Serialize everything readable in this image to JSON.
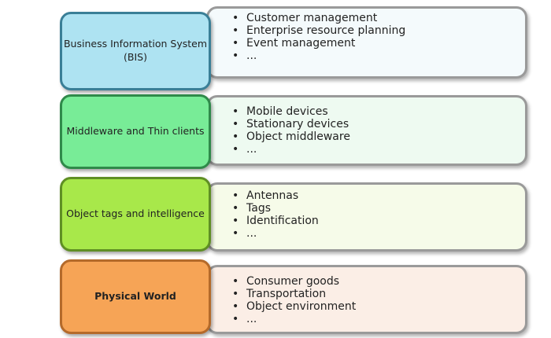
{
  "layers": [
    {
      "label": "Business Information System (BIS)",
      "color": "#aee3f2",
      "border": "#3a7f97",
      "list_bg": "#f4fafc",
      "items": [
        "Customer management",
        "Enterprise resource planning",
        "Event management",
        "..."
      ]
    },
    {
      "label": "Middleware and Thin clients",
      "color": "#78ec97",
      "border": "#2f8a4a",
      "list_bg": "#eefaf1",
      "items": [
        "Mobile devices",
        "Stationary devices",
        "Object middleware",
        "..."
      ]
    },
    {
      "label": "Object tags and intelligence",
      "color": "#a8e84a",
      "border": "#5f8f24",
      "list_bg": "#f6fbe9",
      "items": [
        "Antennas",
        "Tags",
        "Identification",
        "..."
      ]
    },
    {
      "label": "Physical World",
      "color": "#f6a456",
      "border": "#b46a2a",
      "list_bg": "#fbeee6",
      "items": [
        "Consumer goods",
        "Transportation",
        "Object environment",
        "..."
      ]
    }
  ]
}
